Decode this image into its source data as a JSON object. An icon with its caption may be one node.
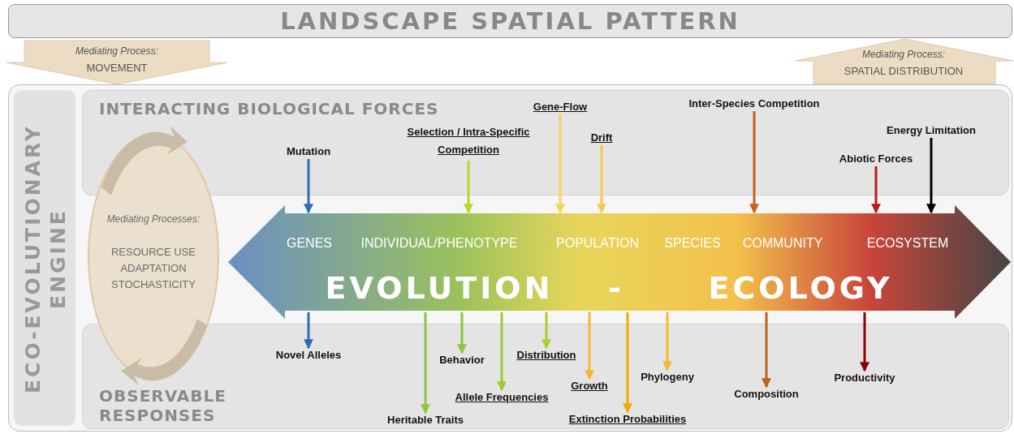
{
  "diagram": {
    "nodes": [
      {
        "text": [
          "LANDSCAPE SPATIAL PATTERN"
        ]
      },
      {
        "text": [
          "Mediating Process:",
          "MOVEMENT"
        ]
      },
      {
        "text": [
          "Mediating Process:",
          "SPATIAL DISTRIBUTION"
        ]
      },
      {
        "text": [
          "ECO-EVOLUTIONARY ENGINE"
        ]
      },
      {
        "text": [
          "INTERACTING BIOLOGICAL FORCES"
        ],
        "in": 3
      },
      {
        "text": [
          "OBSERVABLE RESPONSES"
        ],
        "in": 3
      },
      {
        "text": [
          "Mediating Processes:",
          "RESOURCE USE",
          "ADAPTATION",
          "STOCHASTICITY"
        ],
        "in": 3
      },
      {
        "text": [
          "GENES",
          "INDIVIDUAL/PHENOTYPE",
          "POPULATION",
          "SPECIES",
          "COMMUNITY",
          "ECOSYSTEM",
          "EVOLUTION",
          "-",
          "ECOLOGY"
        ],
        "in": 3
      },
      {
        "text": [
          "Mutation"
        ],
        "in": 4
      },
      {
        "text": [
          "Selection / Intra-Specific Competition"
        ],
        "in": 4
      },
      {
        "text": [
          "Gene-Flow"
        ],
        "in": 4
      },
      {
        "text": [
          "Drift"
        ],
        "in": 4
      },
      {
        "text": [
          "Inter-Species Competition"
        ],
        "in": 4
      },
      {
        "text": [
          "Abiotic Forces"
        ],
        "in": 4
      },
      {
        "text": [
          "Energy Limitation"
        ],
        "in": 4
      },
      {
        "text": [
          "Novel Alleles"
        ],
        "in": 5
      },
      {
        "text": [
          "Heritable Traits"
        ],
        "in": 5
      },
      {
        "text": [
          "Behavior"
        ],
        "in": 5
      },
      {
        "text": [
          "Allele Frequencies"
        ],
        "in": 5
      },
      {
        "text": [
          "Distribution"
        ],
        "in": 5
      },
      {
        "text": [
          "Growth"
        ],
        "in": 5
      },
      {
        "text": [
          "Extinction Probabilities"
        ],
        "in": 5
      },
      {
        "text": [
          "Phylogeny"
        ],
        "in": 5
      },
      {
        "text": [
          "Composition"
        ],
        "in": 5
      },
      {
        "text": [
          "Productivity"
        ],
        "in": 5
      }
    ],
    "edges": [
      {
        "from": 8,
        "to": 7,
        "arrow": "to",
        "color": "#2e6db4"
      },
      {
        "from": 9,
        "to": 7,
        "arrow": "to",
        "color": "#b5d82a"
      },
      {
        "from": 10,
        "to": 7,
        "arrow": "to",
        "color": "#f6d356"
      },
      {
        "from": 11,
        "to": 7,
        "arrow": "to",
        "color": "#f4cc4a"
      },
      {
        "from": 12,
        "to": 7,
        "arrow": "to",
        "color": "#c8601a"
      },
      {
        "from": 13,
        "to": 7,
        "arrow": "to",
        "color": "#b51c1c"
      },
      {
        "from": 14,
        "to": 7,
        "arrow": "to",
        "color": "#000000"
      },
      {
        "from": 7,
        "to": 15,
        "arrow": "to",
        "color": "#2e6db4"
      },
      {
        "from": 7,
        "to": 16,
        "arrow": "to",
        "color": "#8cc63f"
      },
      {
        "from": 7,
        "to": 17,
        "arrow": "to",
        "color": "#8cc63f"
      },
      {
        "from": 7,
        "to": 18,
        "arrow": "to",
        "color": "#9acd32"
      },
      {
        "from": 7,
        "to": 19,
        "arrow": "to",
        "color": "#a8d02c"
      },
      {
        "from": 7,
        "to": 20,
        "arrow": "to",
        "color": "#f5b82e"
      },
      {
        "from": 7,
        "to": 21,
        "arrow": "to",
        "color": "#f5a800"
      },
      {
        "from": 7,
        "to": 22,
        "arrow": "to",
        "color": "#f5b82e"
      },
      {
        "from": 7,
        "to": 23,
        "arrow": "to",
        "color": "#b5651d"
      },
      {
        "from": 7,
        "to": 24,
        "arrow": "to",
        "color": "#8b0000"
      }
    ]
  }
}
